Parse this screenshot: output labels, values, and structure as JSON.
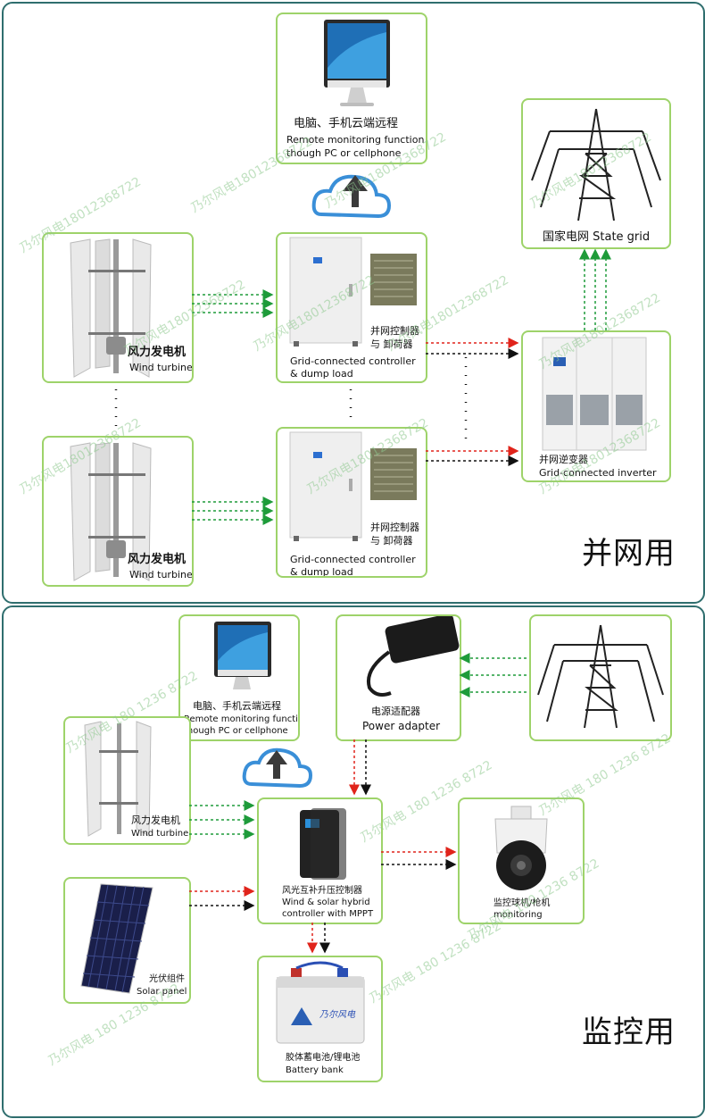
{
  "grid_section": {
    "title": "并网用",
    "remote": {
      "cn": "电脑、手机云端远程",
      "en1": "Remote monitoring function",
      "en2": "though PC or cellphone"
    },
    "state_grid": {
      "label": "国家电网 State grid"
    },
    "turbine_1": {
      "cn": "风力发电机",
      "en": "Wind turbine"
    },
    "turbine_2": {
      "cn": "风力发电机",
      "en": "Wind turbine"
    },
    "controller_1": {
      "cn1": "并网控制器",
      "cn2": "与 卸荷器",
      "en1": "Grid-connected controller",
      "en2": "& dump load"
    },
    "controller_2": {
      "cn1": "并网控制器",
      "cn2": "与 卸荷器",
      "en1": "Grid-connected controller",
      "en2": "& dump load"
    },
    "inverter": {
      "cn": "并网逆变器",
      "en": "Grid-connected inverter"
    }
  },
  "monitor_section": {
    "title": "监控用",
    "remote": {
      "cn": "电脑、手机云端远程",
      "en1": "Remote monitoring function",
      "en2": "though PC or cellphone"
    },
    "adapter": {
      "cn": "电源适配器",
      "en": "Power adapter"
    },
    "turbine": {
      "cn": "风力发电机",
      "en": "Wind turbine"
    },
    "hybrid": {
      "cn": "风光互补升压控制器",
      "en1": "Wind & solar hybrid",
      "en2": "controller with MPPT"
    },
    "camera": {
      "cn": "监控球机/枪机",
      "en": "monitoring"
    },
    "solar": {
      "cn": "光伏组件",
      "en": "Solar panel"
    },
    "battery": {
      "cn": "胶体蓄电池/锂电池",
      "en": "Battery bank",
      "brand": "乃尔风电"
    }
  },
  "watermarks": {
    "grid": "乃尔风电18012368722",
    "monitor": "乃尔风电 180 1236 8722"
  },
  "colors": {
    "panel_border": "#2f6e6e",
    "box_border": "#9ed36a",
    "arrow_green": "#1e9b3a",
    "arrow_red": "#e0241b",
    "arrow_black": "#111111",
    "cloud": "#3a8fd8"
  }
}
